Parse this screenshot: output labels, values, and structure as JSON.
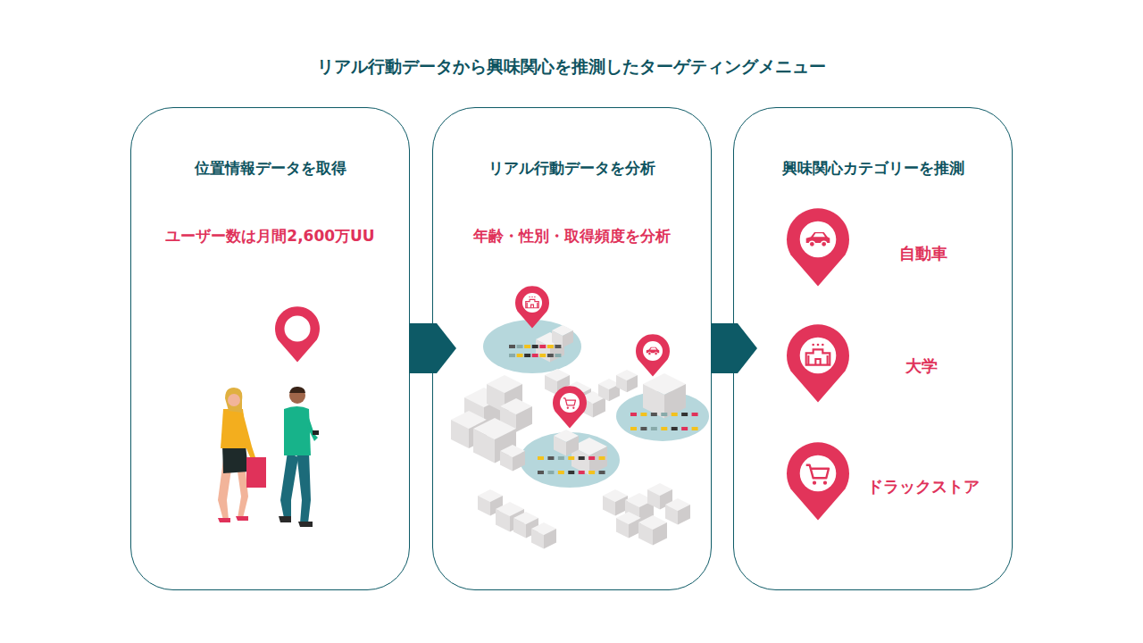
{
  "diagram": {
    "title": "リアル行動データから興味関心を推測したターゲティングメニュー",
    "nodes": [
      {
        "text": [
          "位置情報データを取得",
          "ユーザー数は月間2,600万UU"
        ]
      },
      {
        "text": [
          "リアル行動データを分析",
          "年齢・性別・取得頻度を分析"
        ]
      },
      {
        "text": [
          "興味関心カテゴリーを推測"
        ]
      }
    ],
    "edges": [
      {
        "from": 0,
        "to": 1,
        "arrow": "to"
      },
      {
        "from": 1,
        "to": 2,
        "arrow": "to"
      }
    ],
    "labels": [
      "自動車",
      "大学",
      "ドラックストア"
    ]
  }
}
